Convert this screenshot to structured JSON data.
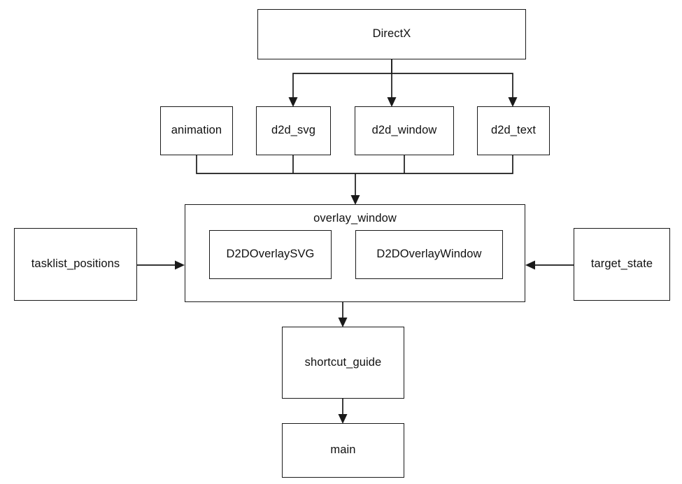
{
  "diagram": {
    "title": "DirectX overlay module dependency diagram",
    "type": "flowchart",
    "background_color": "#ffffff",
    "line_color": "#1a1a1a",
    "text_color": "#111111",
    "nodes": {
      "directx": {
        "label": "DirectX"
      },
      "animation": {
        "label": "animation"
      },
      "d2d_svg": {
        "label": "d2d_svg"
      },
      "d2d_window": {
        "label": "d2d_window"
      },
      "d2d_text": {
        "label": "d2d_text"
      },
      "overlay_window": {
        "label": "overlay_window"
      },
      "d2d_overlay_svg": {
        "label": "D2DOverlaySVG"
      },
      "d2d_overlay_window": {
        "label": "D2DOverlayWindow"
      },
      "tasklist_positions": {
        "label": "tasklist_positions"
      },
      "target_state": {
        "label": "target_state"
      },
      "shortcut_guide": {
        "label": "shortcut_guide"
      },
      "main": {
        "label": "main"
      }
    },
    "edges": [
      {
        "from": "directx",
        "to": "d2d_svg",
        "arrow": "down"
      },
      {
        "from": "directx",
        "to": "d2d_window",
        "arrow": "down"
      },
      {
        "from": "directx",
        "to": "d2d_text",
        "arrow": "down"
      },
      {
        "from": "animation",
        "to": "overlay_window",
        "arrow": "down"
      },
      {
        "from": "d2d_svg",
        "to": "overlay_window",
        "arrow": "down"
      },
      {
        "from": "d2d_window",
        "to": "overlay_window",
        "arrow": "down"
      },
      {
        "from": "d2d_text",
        "to": "overlay_window",
        "arrow": "down"
      },
      {
        "from": "tasklist_positions",
        "to": "overlay_window",
        "arrow": "right"
      },
      {
        "from": "target_state",
        "to": "overlay_window",
        "arrow": "left"
      },
      {
        "from": "overlay_window",
        "to": "shortcut_guide",
        "arrow": "down"
      },
      {
        "from": "shortcut_guide",
        "to": "main",
        "arrow": "down"
      }
    ]
  }
}
